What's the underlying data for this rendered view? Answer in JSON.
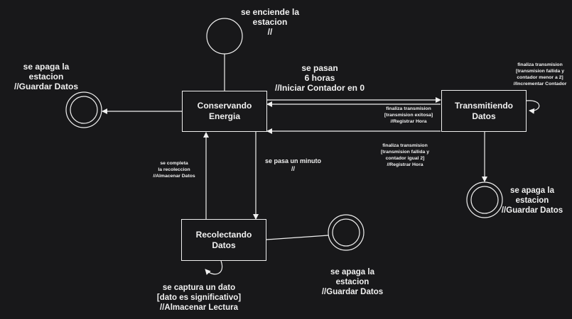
{
  "states": {
    "conservando": "Conservando\nEnergia",
    "transmitiendo": "Transmitiendo\nDatos",
    "recolectando": "Recolectando\nDatos"
  },
  "labels": {
    "initial": "se enciende la\nestacion\n//",
    "final_left": "se apaga la\nestacion\n//Guardar Datos",
    "final_right": "se apaga la\nestacion\n//Guardar Datos",
    "final_bottom": "se apaga la\nestacion\n//Guardar Datos",
    "six_hours": "se pasan\n6 horas\n//Iniciar Contador en 0",
    "success": "finaliza transmision\n[transmision exitosa]\n//Registrar Hora",
    "failed_equal": "finaliza transmision\n[transmision fallida y\ncontador igual 2]\n//Registrar Hora",
    "failed_less": "finaliza transmision\n[transmision fallida y\ncontador menor a 2]\n//Incrementar Contador",
    "minute": "se pasa un minuto\n//",
    "collect_done": "se completa\nla recoleccion\n//Almacenar Datos",
    "capture": "se captura un dato\n[dato es significativo]\n//Almacenar Lectura"
  },
  "colors": {
    "background": "#18181a",
    "stroke": "#f0f0f0"
  }
}
